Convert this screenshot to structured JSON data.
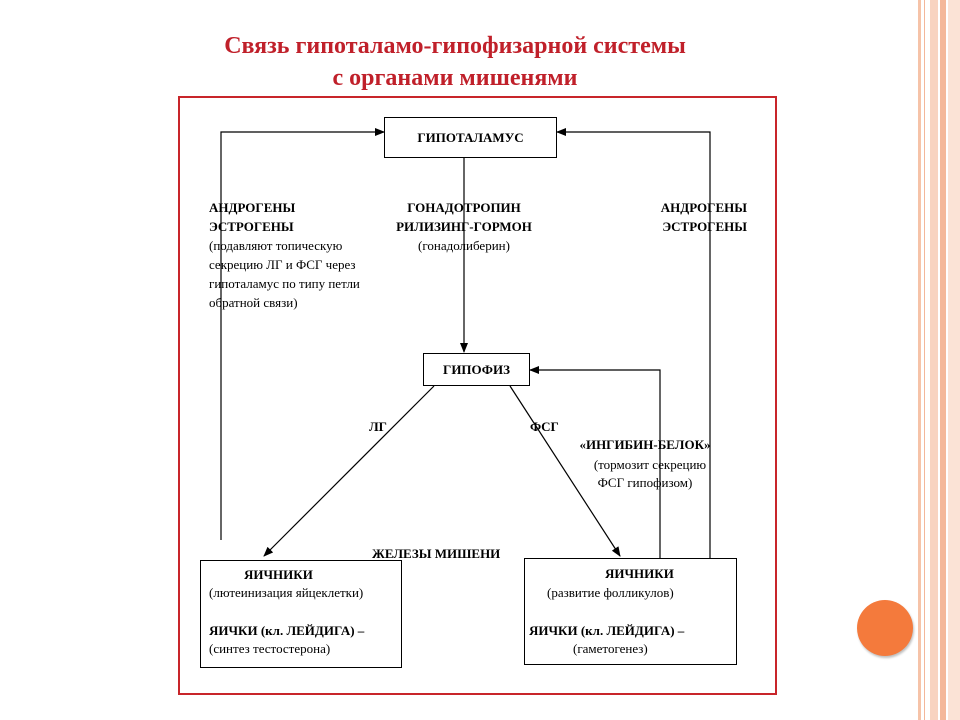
{
  "title": {
    "line1": "Связь гипоталамо-гипофизарной системы",
    "line2": "с органами мишенями"
  },
  "nodes": {
    "hypothalamus": "ГИПОТАЛАМУС",
    "pituitary": "ГИПОФИЗ"
  },
  "labels": {
    "left_feedback": {
      "line1": "АНДРОГЕНЫ",
      "line2": "ЭСТРОГЕНЫ",
      "note1": "(подавляют топическую",
      "note2": "секрецию ЛГ и ФСГ через",
      "note3": "гипоталамус по типу петли",
      "note4": "обратной связи)"
    },
    "gnrh": {
      "line1": "ГОНАДОТРОПИН",
      "line2": "РИЛИЗИНГ-ГОРМОН",
      "line3": "(гонадолиберин)"
    },
    "right_feedback": {
      "line1": "АНДРОГЕНЫ",
      "line2": "ЭСТРОГЕНЫ"
    },
    "lh": "ЛГ",
    "fsh": "ФСГ",
    "inhibin": {
      "line1": "«ИНГИБИН-БЕЛОК»",
      "line2": "(тормозит секрецию",
      "line3": "ФСГ гипофизом)"
    },
    "target_glands": "ЖЕЛЕЗЫ МИШЕНИ"
  },
  "targets": {
    "left": {
      "ovaries": "ЯИЧНИКИ",
      "ovaries_note": "(лютеинизация яйцеклетки)",
      "testes": "ЯИЧКИ (кл. ЛЕЙДИГА) –",
      "testes_note": "(синтез тестостерона)"
    },
    "right": {
      "ovaries": "ЯИЧНИКИ",
      "ovaries_note": "(развитие фолликулов)",
      "testes": "ЯИЧКИ (кл. ЛЕЙДИГА) –",
      "testes_note": "(гаметогенез)"
    }
  },
  "colors": {
    "title": "#c0202a",
    "frame": "#c8252a",
    "accent_circle": "#f47a3c",
    "side_stripes": "#f6c3a8"
  }
}
